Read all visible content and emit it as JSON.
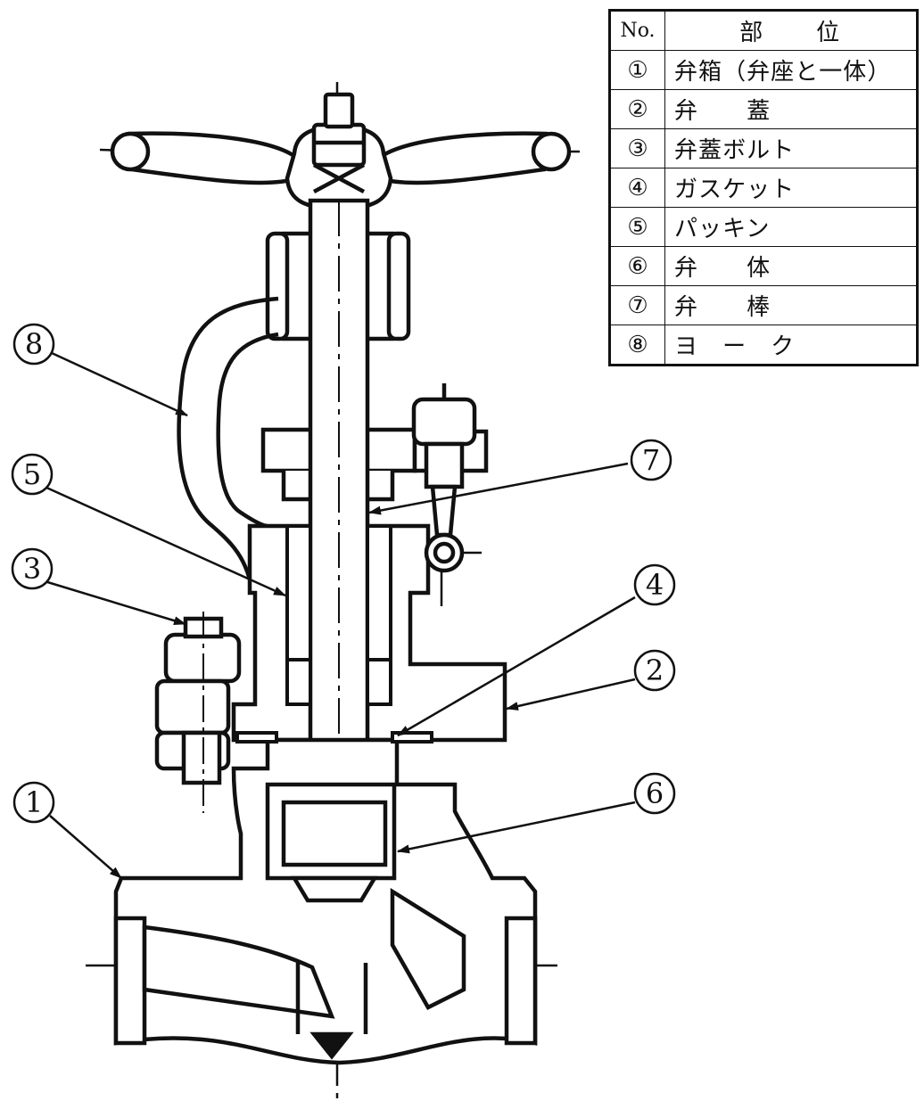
{
  "table": {
    "header": {
      "no": "No.",
      "part": "部　　位"
    },
    "rows": [
      {
        "no": "①",
        "name": "弁箱（弁座と一体）"
      },
      {
        "no": "②",
        "name": "弁　　蓋"
      },
      {
        "no": "③",
        "name": "弁蓋ボルト"
      },
      {
        "no": "④",
        "name": "ガスケット"
      },
      {
        "no": "⑤",
        "name": "パッキン"
      },
      {
        "no": "⑥",
        "name": "弁　　体"
      },
      {
        "no": "⑦",
        "name": "弁　　棒"
      },
      {
        "no": "⑧",
        "name": "ヨ　ー　ク"
      }
    ]
  },
  "callouts": [
    "1",
    "2",
    "3",
    "4",
    "5",
    "6",
    "7",
    "8"
  ]
}
